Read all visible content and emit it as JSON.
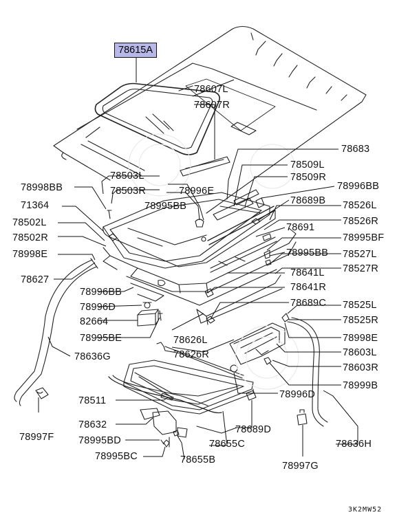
{
  "diagram": {
    "highlighted_part": "78615A",
    "parts": {
      "p78607L": "78607L",
      "p78607R": "78607R",
      "p78683": "78683",
      "p78509L": "78509L",
      "p78509R": "78509R",
      "p78503L": "78503L",
      "p78503R": "78503R",
      "p78996E": "78996E",
      "p78998BB": "78998BB",
      "p78995BB_top": "78995BB",
      "p78996BB_top": "78996BB",
      "p71364": "71364",
      "p78689B": "78689B",
      "p78526L": "78526L",
      "p78526R": "78526R",
      "p78502L": "78502L",
      "p78502R": "78502R",
      "p78691": "78691",
      "p78995BF": "78995BF",
      "p78998E_left": "78998E",
      "p78995BB_mid": "78995BB",
      "p78527L": "78527L",
      "p78527R": "78527R",
      "p78627": "78627",
      "p78641L": "78641L",
      "p78641R": "78641R",
      "p78996BB_mid": "78996BB",
      "p78996D_left": "78996D",
      "p78689C": "78689C",
      "p78525L": "78525L",
      "p78525R": "78525R",
      "p82664": "82664",
      "p78995BE": "78995BE",
      "p78626L": "78626L",
      "p78998E_right": "78998E",
      "p78636G": "78636G",
      "p78626R": "78626R",
      "p78603L": "78603L",
      "p78603R": "78603R",
      "p78999B": "78999B",
      "p78996D_right": "78996D",
      "p78511": "78511",
      "p78632": "78632",
      "p78689D": "78689D",
      "p78997F": "78997F",
      "p78995BD": "78995BD",
      "p78655C": "78655C",
      "p78636H": "78636H",
      "p78995BC": "78995BC",
      "p78655B": "78655B",
      "p78997G": "78997G"
    },
    "drawing_code": "3K2MW52"
  }
}
